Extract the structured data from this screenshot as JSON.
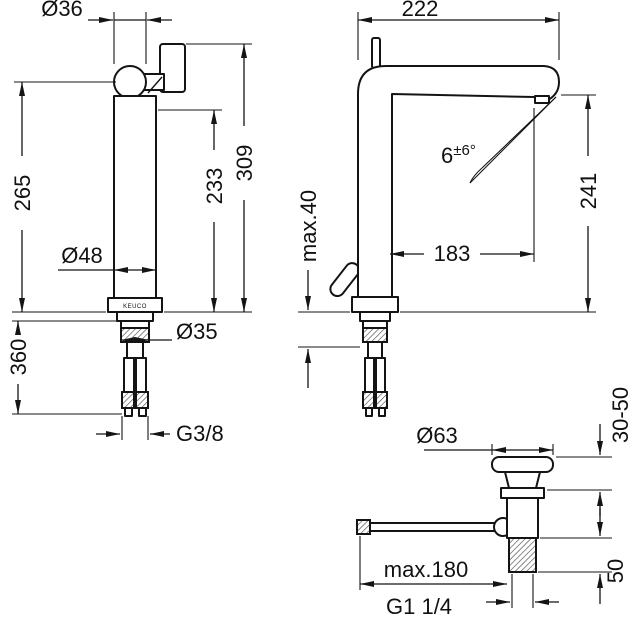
{
  "front_view": {
    "dia_handle": "Ø36",
    "height_to_handle": "265",
    "height_to_spout": "233",
    "height_total": "309",
    "dia_body": "Ø48",
    "dia_shank": "Ø35",
    "hose_length": "360",
    "supply_thread": "G3/8",
    "brand": "KEUCO"
  },
  "side_view": {
    "depth": "222",
    "angle_value": "6",
    "angle_tolerance": "±6°",
    "deck_thickness_max": "max.40",
    "spout_reach": "183",
    "spout_height": "241"
  },
  "drain_view": {
    "dia_plug": "Ø63",
    "plug_lift_range": "30-50",
    "rod_length_max": "max.180",
    "thread_length": "50",
    "drain_thread": "G1 1/4"
  },
  "colors": {
    "line": "#141414",
    "background": "#ffffff"
  }
}
